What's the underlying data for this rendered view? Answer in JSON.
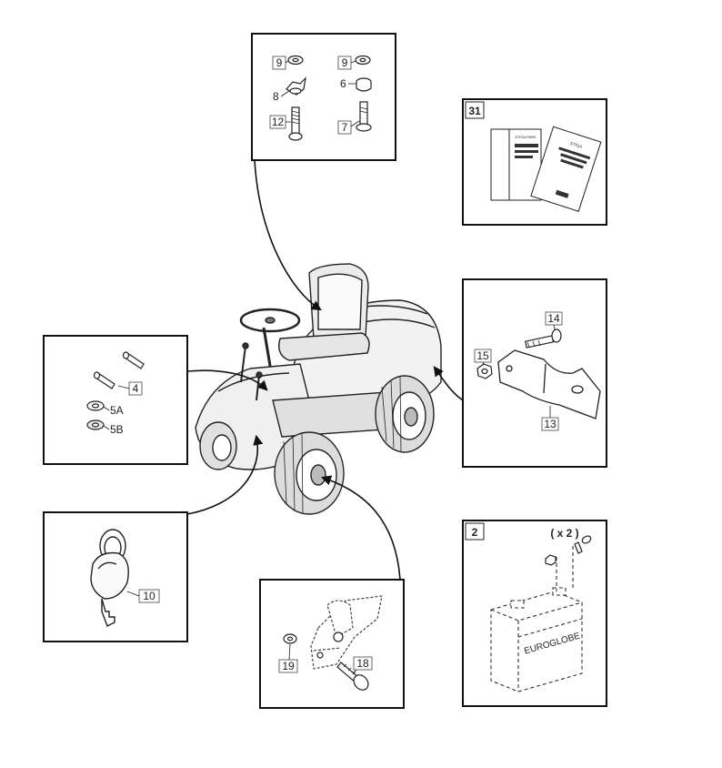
{
  "callouts": {
    "c9a": "9",
    "c8": "8",
    "c12": "12",
    "c9b": "9",
    "c6": "6",
    "c7": "7",
    "c31": "31",
    "c14": "14",
    "c15": "15",
    "c13": "13",
    "c4": "4",
    "c5a": "5A",
    "c5b": "5B",
    "c10": "10",
    "c19": "19",
    "c18": "18",
    "c2": "2"
  },
  "battery": {
    "quantity": "( x 2 )",
    "brand": "EUROGLOBE"
  },
  "manuals": {
    "cover_text_a": "STIGA PARK",
    "cover_text_b": "STIGA"
  }
}
